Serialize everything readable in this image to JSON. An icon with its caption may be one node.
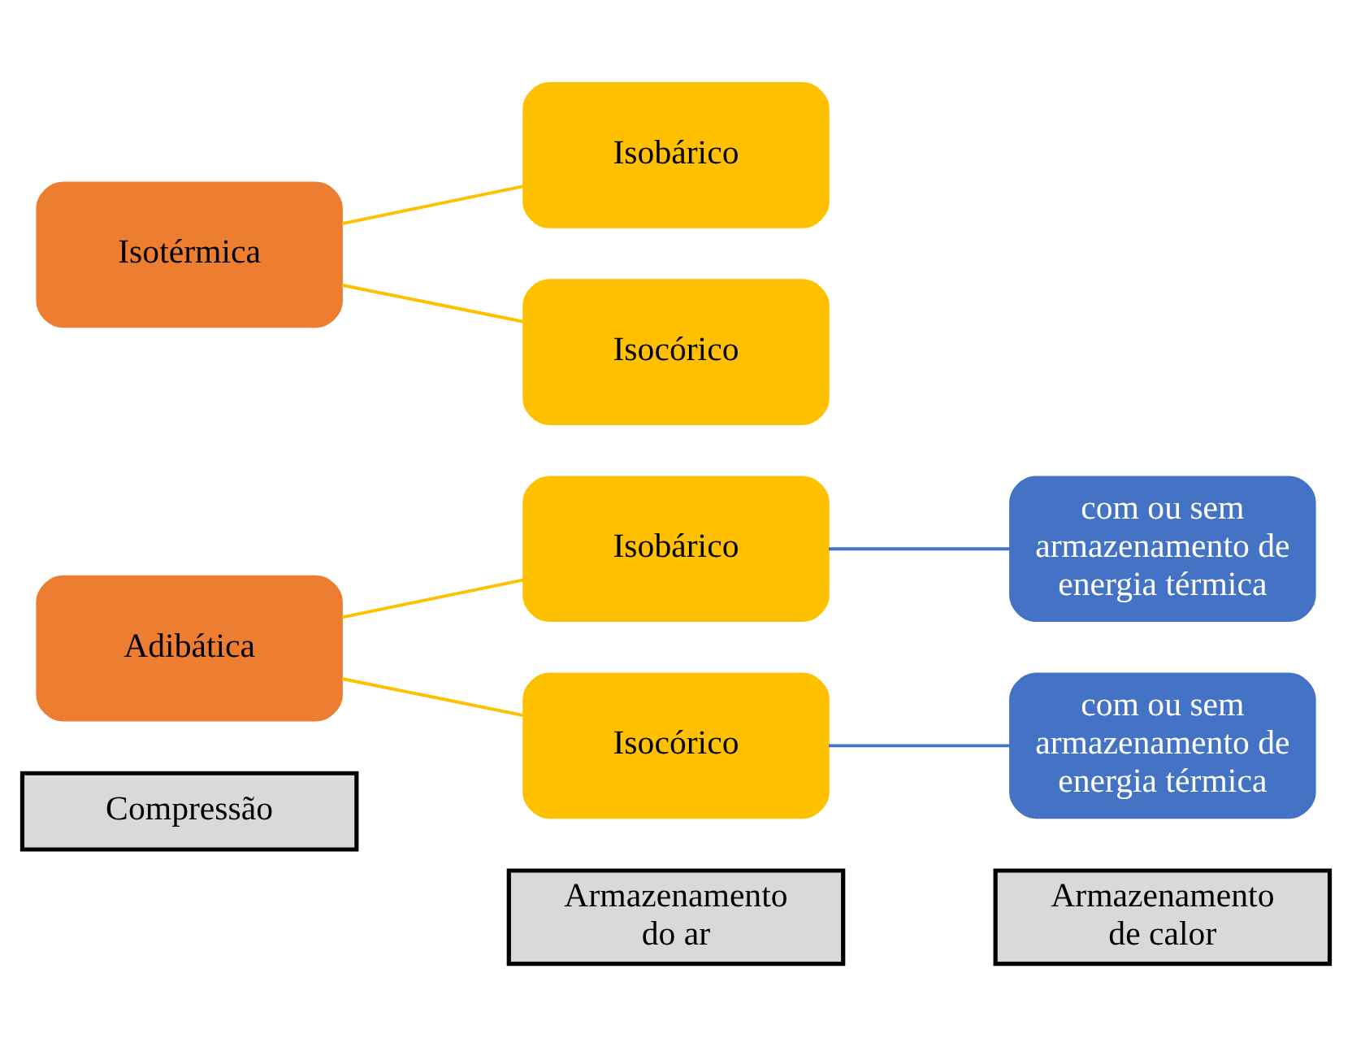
{
  "diagram": {
    "nodes": [
      {
        "text": [
          "Compressão"
        ]
      },
      {
        "text": [
          "Armazenamento do ar"
        ]
      },
      {
        "text": [
          "Armazenamento de calor"
        ]
      },
      {
        "text": [
          "Adibática"
        ]
      },
      {
        "text": [
          "Isobárico"
        ]
      },
      {
        "text": [
          "Isocórico"
        ]
      },
      {
        "text": [
          "com ou sem armazenamento de energia térmica"
        ]
      },
      {
        "text": [
          "com ou sem armazenamento de energia térmica"
        ]
      },
      {
        "text": [
          "Isotérmica"
        ]
      },
      {
        "text": [
          "Isobárico"
        ]
      },
      {
        "text": [
          "Isocórico"
        ]
      }
    ],
    "edges": [
      {
        "from": 3,
        "to": 4,
        "arrow": "none"
      },
      {
        "from": 3,
        "to": 5,
        "arrow": "none"
      },
      {
        "from": 4,
        "to": 6,
        "arrow": "none",
        "color": "#4472c4"
      },
      {
        "from": 5,
        "to": 7,
        "arrow": "none",
        "color": "#4472c4"
      },
      {
        "from": 8,
        "to": 9,
        "arrow": "none"
      },
      {
        "from": 8,
        "to": 10,
        "arrow": "none"
      }
    ]
  }
}
